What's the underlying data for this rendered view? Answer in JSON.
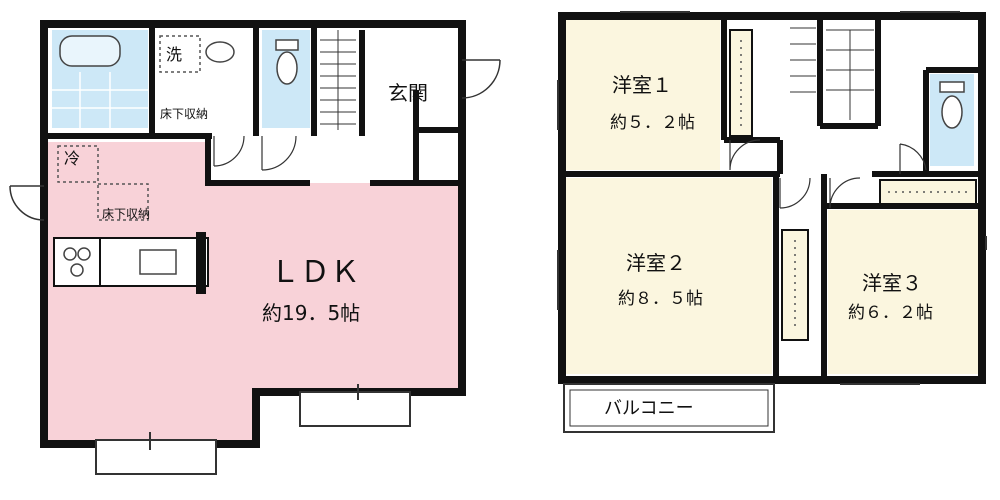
{
  "floor1": {
    "ldk": {
      "name": "ＬＤＫ",
      "size": "約19．5帖"
    },
    "entrance": "玄関",
    "laundry": "洗",
    "fridge": "冷",
    "storage_top": "床下収納",
    "storage_kitchen": "床下収納"
  },
  "floor2": {
    "room1": {
      "name": "洋室１",
      "size": "約５．２帖"
    },
    "room2": {
      "name": "洋室２",
      "size": "約８．５帖"
    },
    "room3": {
      "name": "洋室３",
      "size": "約６．２帖"
    },
    "balcony": "バルコニー"
  },
  "colors": {
    "ldk": "#f8d2d8",
    "bedroom": "#fbf6df",
    "wet_area": "#cde8f7",
    "wall": "#111111"
  }
}
